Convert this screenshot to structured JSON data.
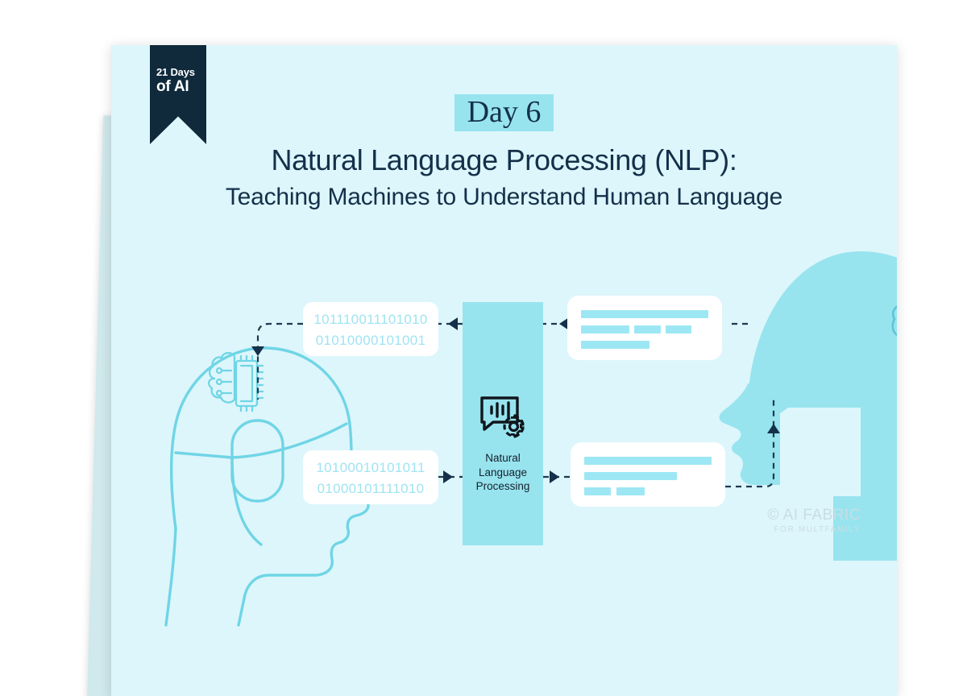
{
  "slide": {
    "background_color": "#ddf6fb",
    "ribbon": {
      "line1": "21 Days",
      "line2": "of AI",
      "color": "#102a3c"
    },
    "day_badge": {
      "label": "Day 6",
      "highlight_color": "#97e4ef"
    },
    "title": "Natural Language Processing (NLP):",
    "subtitle": "Teaching Machines to Understand Human Language"
  },
  "diagram": {
    "left_head": {
      "name": "ai-machine-head",
      "icon": "ai-chip-brain-icon",
      "style": "outline",
      "color": "#6fd5e6"
    },
    "right_head": {
      "name": "human-head",
      "icon": "brain-icon",
      "style": "filled",
      "color": "#97e4ef"
    },
    "binary_cards": [
      {
        "position": "top",
        "line1": "101110011101010",
        "line2": "01010000101001"
      },
      {
        "position": "bottom",
        "line1": "10100010101011",
        "line2": "01000101111010"
      }
    ],
    "nlp_block": {
      "icon": "speech-bubble-gear-icon",
      "label_line1": "Natural",
      "label_line2": "Language",
      "label_line3": "Processing",
      "color": "#97e4ef"
    },
    "text_cards": [
      {
        "position": "top",
        "bar_rows": 3,
        "description": "human language text lines"
      },
      {
        "position": "bottom",
        "bar_rows": 3,
        "description": "machine response text lines"
      }
    ],
    "flow": {
      "top_direction": "right-to-left",
      "bottom_direction": "left-to-right",
      "connector_style": "dashed",
      "connector_color": "#1d3a4f"
    }
  },
  "watermark": {
    "line1": "© AI FABRIC",
    "line2": "FOR  MULTFAMILY"
  }
}
